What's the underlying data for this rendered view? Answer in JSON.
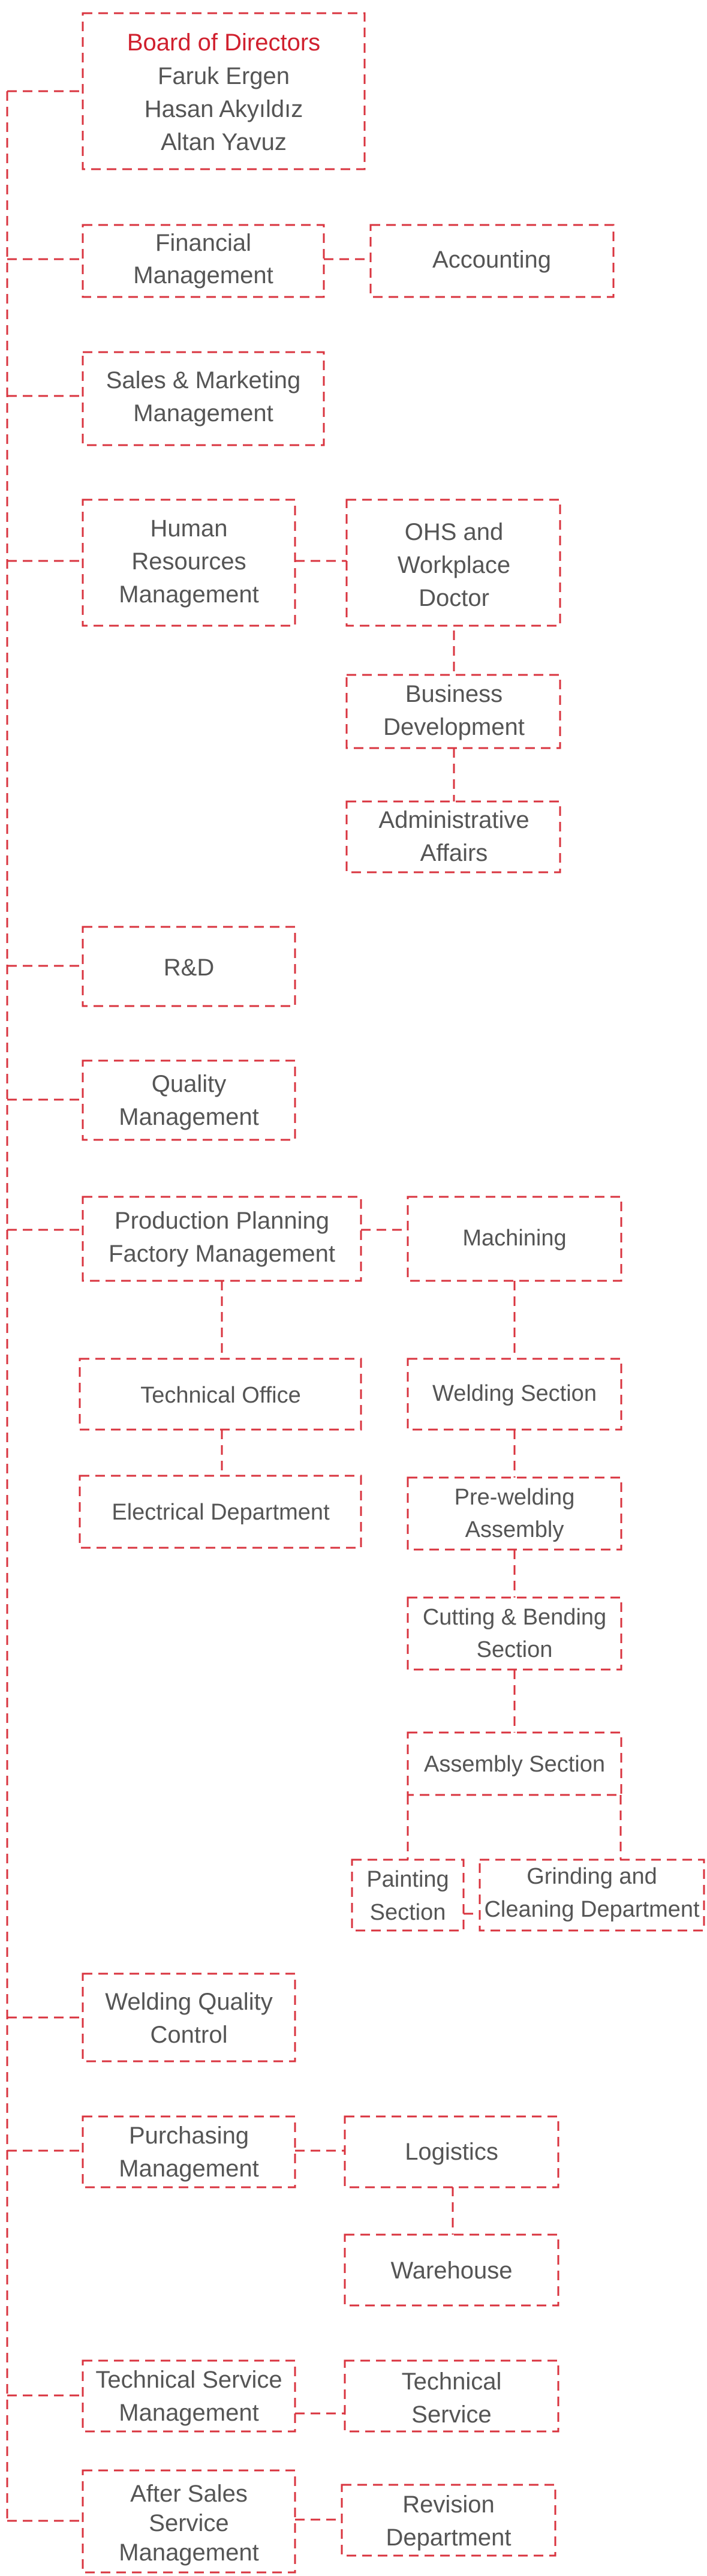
{
  "colors": {
    "line": "#d9343f",
    "text": "#555555",
    "title": "#d0202e"
  },
  "nodes": {
    "board": {
      "title": "Board of Directors",
      "members": [
        "Faruk Ergen",
        "Hasan Akyıldız",
        "Altan Yavuz"
      ]
    },
    "financial": [
      "Financial",
      "Management"
    ],
    "accounting": [
      "Accounting"
    ],
    "sales": [
      "Sales & Marketing",
      "Management"
    ],
    "hr": [
      "Human",
      "Resources",
      "Management"
    ],
    "ohs": [
      "OHS and",
      "Workplace",
      "Doctor"
    ],
    "business": [
      "Business",
      "Development"
    ],
    "admin": [
      "Administrative",
      "Affairs"
    ],
    "rnd": [
      "R&D"
    ],
    "quality": [
      "Quality",
      "Management"
    ],
    "production": [
      "Production Planning",
      "Factory Management"
    ],
    "machining": [
      "Machining"
    ],
    "technical_office": [
      "Technical Office"
    ],
    "electrical": [
      "Electrical Department"
    ],
    "welding_section": [
      "Welding Section"
    ],
    "prewelding": [
      "Pre-welding",
      "Assembly"
    ],
    "cutting": [
      "Cutting & Bending",
      "Section"
    ],
    "assembly": [
      "Assembly Section"
    ],
    "painting": [
      "Painting",
      "Section"
    ],
    "grinding": [
      "Grinding and",
      "Cleaning Department"
    ],
    "welding_qc": [
      "Welding Quality",
      "Control"
    ],
    "purchasing": [
      "Purchasing",
      "Management"
    ],
    "logistics": [
      "Logistics"
    ],
    "warehouse": [
      "Warehouse"
    ],
    "tech_service_mgmt": [
      "Technical Service",
      "Management"
    ],
    "tech_service": [
      "Technical",
      "Service"
    ],
    "after_sales": [
      "After Sales",
      "Service",
      "Management"
    ],
    "revision": [
      "Revision",
      "Department"
    ]
  }
}
